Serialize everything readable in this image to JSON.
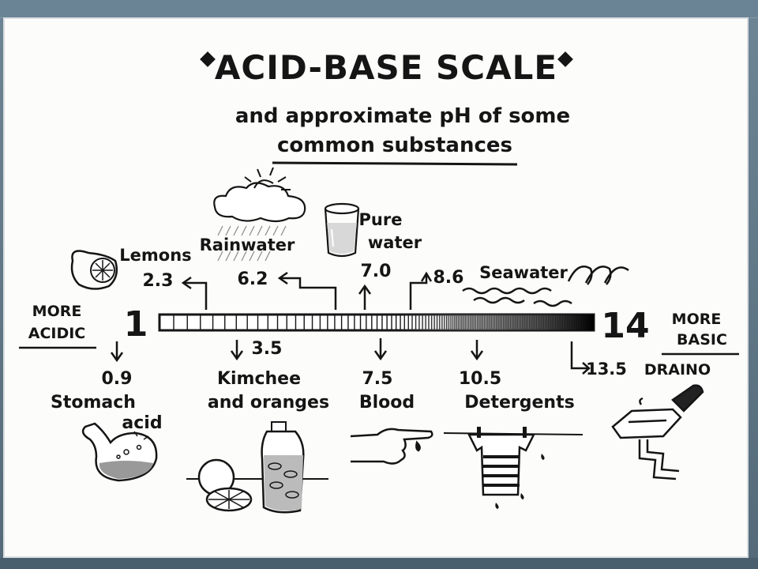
{
  "title": "ACID-BASE SCALE",
  "subtitle_line1": "and approximate pH of some",
  "subtitle_line2": "common substances",
  "scale": {
    "min_label": "1",
    "max_label": "14",
    "left_end": [
      "MORE",
      "ACIDIC"
    ],
    "right_end": [
      "MORE",
      "BASIC"
    ]
  },
  "substances_above": [
    {
      "value": "2.3",
      "name": "Lemons",
      "pH": 2.3
    },
    {
      "value": "6.2",
      "name": "Rainwater",
      "pH": 6.2
    },
    {
      "value": "7.0",
      "name": "Pure water",
      "name_lines": [
        "Pure",
        "water"
      ],
      "pH": 7.0
    },
    {
      "value": "8.6",
      "name": "Seawater",
      "pH": 8.6
    }
  ],
  "substances_below": [
    {
      "value": "0.9",
      "name_lines": [
        "Stomach",
        "acid"
      ],
      "pH": 0.9
    },
    {
      "value": "3.5",
      "name_lines": [
        "Kimchee",
        "and oranges"
      ],
      "pH": 3.5
    },
    {
      "value": "7.5",
      "name_lines": [
        "Blood"
      ],
      "pH": 7.5
    },
    {
      "value": "10.5",
      "name_lines": [
        "Detergents"
      ],
      "pH": 10.5
    },
    {
      "value": "13.5",
      "name_lines": [
        "DRAINO"
      ],
      "pH": 13.5
    }
  ],
  "icons": [
    "lemon-icon",
    "sun-cloud-icon",
    "rain-icon",
    "water-glass-icon",
    "wave-icon",
    "stomach-flask-icon",
    "orange-icon",
    "jar-icon",
    "finger-icon",
    "clothesline-icon",
    "drain-sink-icon"
  ]
}
